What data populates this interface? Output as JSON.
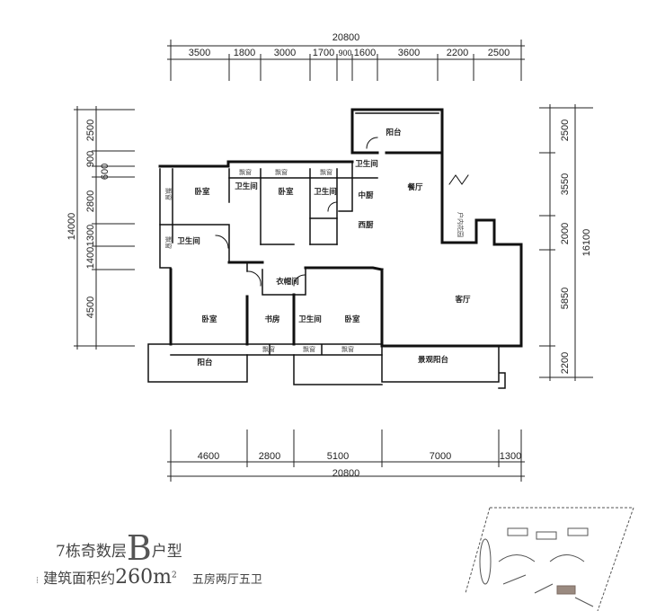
{
  "dimensions": {
    "top_total": "20800",
    "top_segments": [
      "3500",
      "1800",
      "3000",
      "1700",
      "900",
      "1600",
      "3600",
      "2200",
      "2500"
    ],
    "bottom_total": "20800",
    "bottom_segments": [
      "4600",
      "2800",
      "5100",
      "7000",
      "1300"
    ],
    "left_total": "14000",
    "left_segments": [
      "2500",
      "900",
      "600",
      "2800",
      "1300",
      "1400",
      "4500"
    ],
    "right_total": "16100",
    "right_segments": [
      "2500",
      "3550",
      "2000",
      "5850",
      "2200"
    ]
  },
  "rooms": {
    "balcony_top": "阳台",
    "bath_top": "卫生间",
    "dining": "餐厅",
    "chinese_kitchen": "中厨",
    "western_kitchen": "西厨",
    "garden": "户内花园",
    "bedroom_1": "卧室",
    "bath_1": "卫生间",
    "bedroom_2": "卧室",
    "bath_2": "卫生间",
    "bath_left": "卫生间",
    "cloakroom": "衣帽间",
    "living": "客厅",
    "bedroom_3": "卧室",
    "study": "书房",
    "bath_3": "卫生间",
    "bedroom_4": "卧室",
    "balcony_bottom": "阳台",
    "view_balcony": "景观阳台",
    "bay_window": "飘窗"
  },
  "caption": {
    "building": "7栋奇数层",
    "type_letter": "B",
    "type_suffix": "户型",
    "area_label": "建筑面积约",
    "area_value": "260m",
    "area_sup": "2",
    "layout": "五房两厅五卫"
  }
}
